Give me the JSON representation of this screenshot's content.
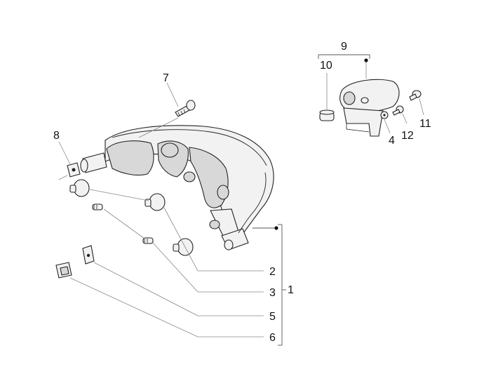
{
  "callouts": {
    "n1": "1",
    "n2": "2",
    "n3": "3",
    "n4": "4",
    "n5": "5",
    "n6": "6",
    "n7": "7",
    "n8": "8",
    "n9": "9",
    "n10": "10",
    "n11": "11",
    "n12": "12"
  },
  "colors": {
    "line": "#222222",
    "leader": "#888888",
    "fill": "#f2f2f2"
  }
}
